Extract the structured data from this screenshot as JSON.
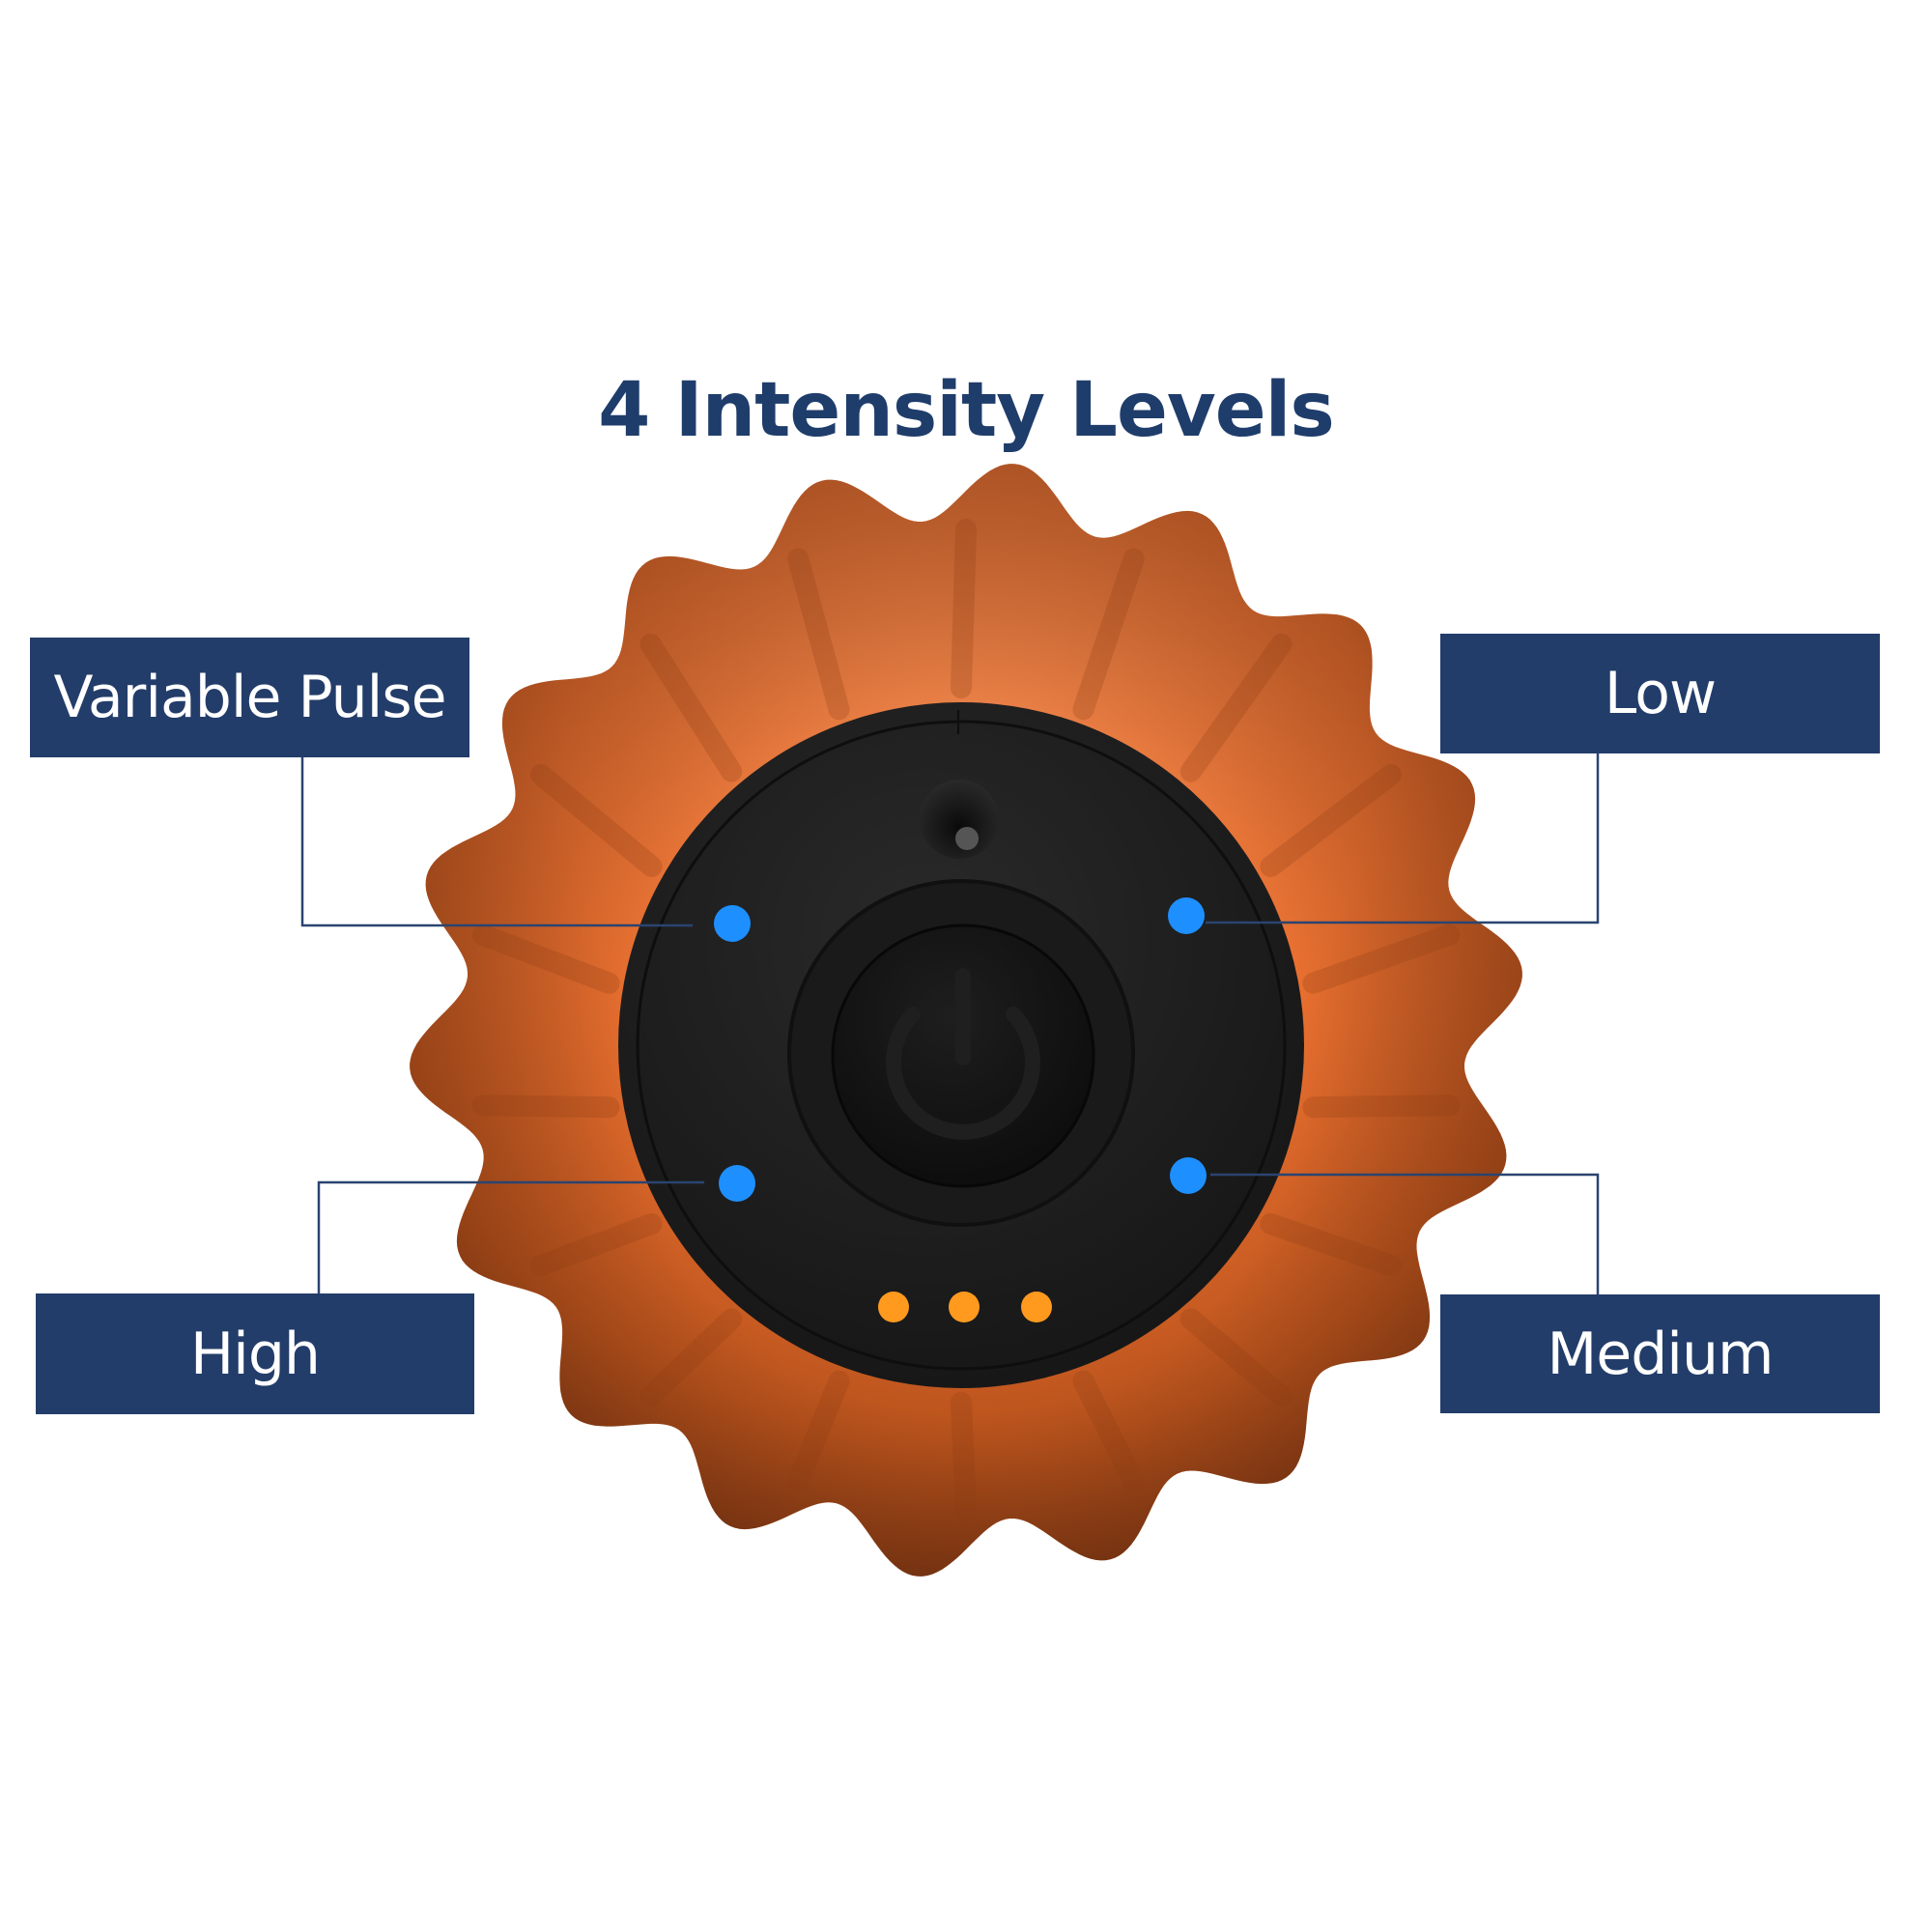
{
  "title": "4 Intensity Levels",
  "labels": {
    "variable_pulse": "Variable Pulse",
    "low": "Low",
    "high": "High",
    "medium": "Medium"
  },
  "product": {
    "type": "vibrating massage ball",
    "indicator_lights": {
      "intensity_leds": 4,
      "battery_leds": 3
    },
    "controls": [
      "power-button"
    ],
    "features": [
      "sensor-window"
    ]
  },
  "colors": {
    "title": "#1f3d6b",
    "label_box": "#233d6a",
    "label_text": "#ffffff",
    "connector_line": "#2a4470",
    "body_orange": "#ee7434",
    "body_orange_dark": "#7a3510",
    "control_disc": "#1c1c1c",
    "intensity_led": "#1e8fff",
    "battery_led": "#ff9a1f"
  }
}
